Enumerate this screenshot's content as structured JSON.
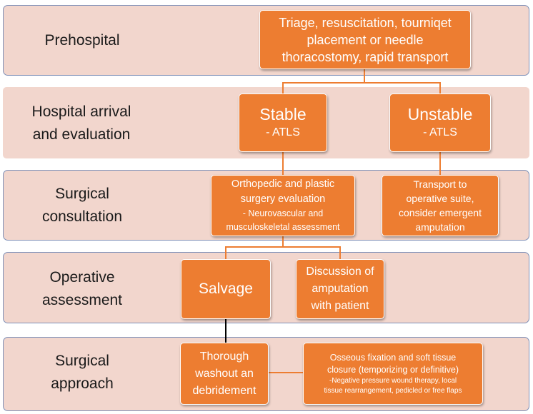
{
  "stages": [
    {
      "id": "prehospital",
      "label": "Prehospital"
    },
    {
      "id": "hospital",
      "label": "Hospital arrival\nand evaluation"
    },
    {
      "id": "consult",
      "label": "Surgical\nconsultation"
    },
    {
      "id": "operative",
      "label": "Operative\nassessment"
    },
    {
      "id": "approach",
      "label": "Surgical\napproach"
    }
  ],
  "boxes": {
    "prehospital": {
      "text": "Triage, resuscitation, tourniqet\nplacement or needle\nthoracostomy, rapid transport"
    },
    "stable": {
      "title": "Stable",
      "sub": "- ATLS"
    },
    "unstable": {
      "title": "Unstable",
      "sub": "- ATLS"
    },
    "ortho": {
      "title": "Orthopedic and plastic\nsurgery evaluation",
      "sub": "- Neurovascular and\nmusculoskeletal assessment"
    },
    "transport": {
      "text": "Transport to\noperative suite,\nconsider emergent\namputation"
    },
    "salvage": {
      "text": "Salvage"
    },
    "discussion": {
      "text": "Discussion of\namputation\nwith patient"
    },
    "washout": {
      "text": "Thorough\nwashout an\ndebridement"
    },
    "osseous": {
      "title": "Osseous fixation and soft tissue\nclosure (temporizing or definitive)",
      "sub": "-Negative pressure wound therapy, local\ntissue rearrangement, pedicled or free flaps"
    }
  },
  "colors": {
    "band": "#f2d6cd",
    "band_border": "#7e90b8",
    "box": "#ed7d31",
    "connector_orange": "#ed7d31",
    "connector_black": "#000000"
  }
}
